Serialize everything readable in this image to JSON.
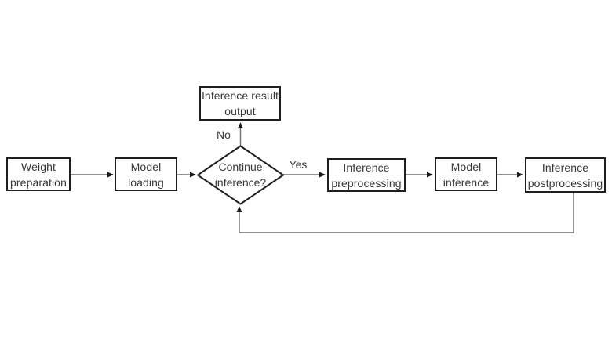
{
  "diagram": {
    "type": "flowchart",
    "colors": {
      "background": "#ffffff",
      "node_border": "#1f1f1f",
      "node_fill": "#ffffff",
      "connector": "#6f6f6f",
      "arrowhead": "#1a1a1a",
      "text": "#383838"
    },
    "nodes": {
      "weight_preparation": {
        "label": "Weight preparation"
      },
      "model_loading": {
        "label": "Model loading"
      },
      "inference_result_output": {
        "label": "Inference result output"
      },
      "continue_inference": {
        "label": "Continue inference?"
      },
      "inference_preprocessing": {
        "label": "Inference preprocessing"
      },
      "model_inference": {
        "label": "Model inference"
      },
      "inference_postprocessing": {
        "label": "Inference postprocessing"
      }
    },
    "edge_labels": {
      "no": "No",
      "yes": "Yes"
    },
    "edges": [
      "weight_preparation -> model_loading",
      "model_loading -> continue_inference",
      "continue_inference -No-> inference_result_output",
      "continue_inference -Yes-> inference_preprocessing",
      "inference_preprocessing -> model_inference",
      "model_inference -> inference_postprocessing",
      "inference_postprocessing -> continue_inference (loop back)"
    ]
  }
}
